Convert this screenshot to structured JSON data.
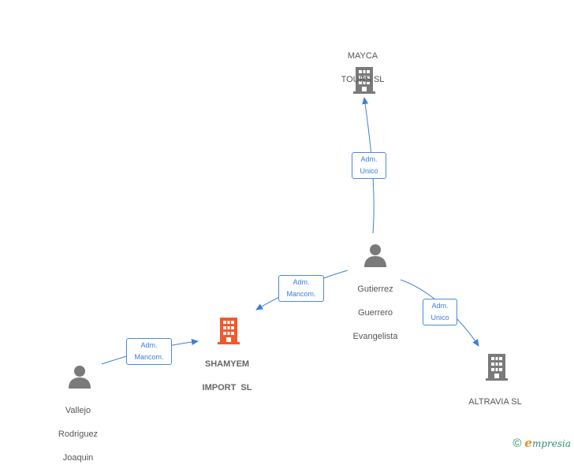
{
  "nodes": {
    "mayca": {
      "lines": [
        "MAYCA",
        "TOURS SL"
      ],
      "icon": "building-icon",
      "color": "#7a7a7a"
    },
    "shamyem": {
      "lines": [
        "SHAMYEM",
        "IMPORT  SL"
      ],
      "icon": "building-icon",
      "color": "#f0592b"
    },
    "altravia": {
      "lines": [
        "ALTRAVIA SL"
      ],
      "icon": "building-icon",
      "color": "#7a7a7a"
    },
    "gutierrez": {
      "lines": [
        "Gutierrez",
        "Guerrero",
        "Evangelista"
      ],
      "icon": "person-icon",
      "color": "#7a7a7a"
    },
    "vallejo": {
      "lines": [
        "Vallejo",
        "Rodriguez",
        "Joaquin"
      ],
      "icon": "person-icon",
      "color": "#7a7a7a"
    }
  },
  "edges": {
    "gutierrez_mayca": {
      "lines": [
        "Adm.",
        "Unico"
      ]
    },
    "gutierrez_shamyem": {
      "lines": [
        "Adm.",
        "Mancom."
      ]
    },
    "gutierrez_altravia": {
      "lines": [
        "Adm.",
        "Unico"
      ]
    },
    "vallejo_shamyem": {
      "lines": [
        "Adm.",
        "Mancom."
      ]
    }
  },
  "colors": {
    "edge": "#3d7fd1",
    "edge_label_border": "#4a8ad6"
  },
  "footer": {
    "copyright": "©",
    "brand_initial": "e",
    "brand_rest": "mpresia"
  }
}
